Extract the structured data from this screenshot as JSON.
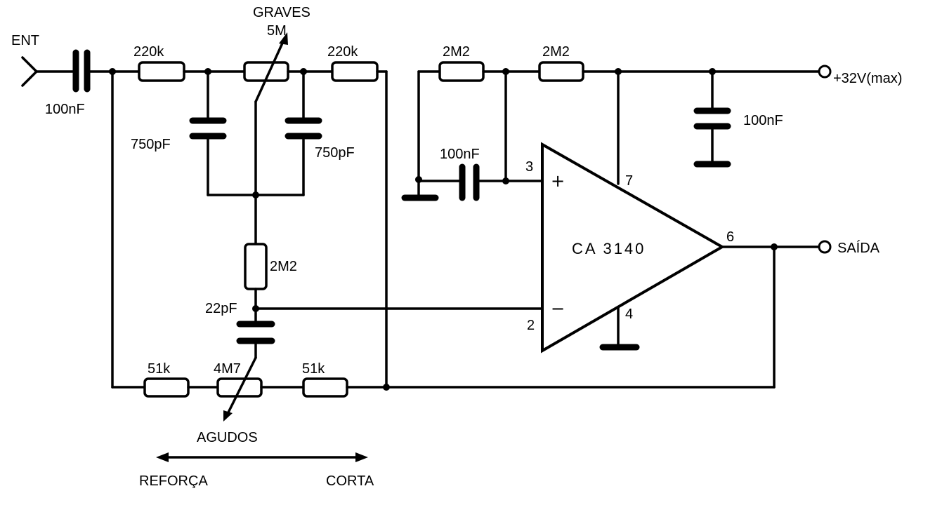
{
  "labels": {
    "input": "ENT",
    "c_in": "100nF",
    "r1": "220k",
    "r2": "220k",
    "pot_bass_name": "GRAVES",
    "pot_bass_value": "5M",
    "c_bass_left": "750pF",
    "c_bass_right": "750pF",
    "r_mid": "2M2",
    "c_22": "22pF",
    "r_treble_left": "51k",
    "pot_treble_value": "4M7",
    "r_treble_right": "51k",
    "pot_treble_name": "AGUDOS",
    "boost": "REFORÇA",
    "cut": "CORTA",
    "r_bias1": "2M2",
    "r_bias2": "2M2",
    "c_bias": "100nF",
    "supply": "+32V(max)",
    "c_supply": "100nF",
    "ic": "CA 3140",
    "output": "SAÍDA",
    "pin3": "3",
    "pin2": "2",
    "pin7": "7",
    "pin4": "4",
    "pin6": "6",
    "plus": "+",
    "minus": "−"
  }
}
